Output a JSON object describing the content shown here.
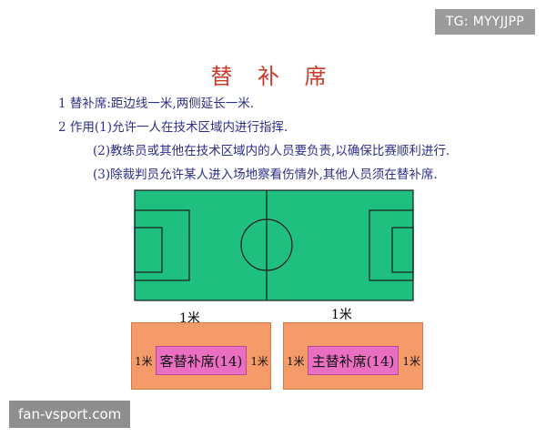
{
  "overlay_tag": "TG: MYYJJPP",
  "title": "替 补 席",
  "lines": [
    "1 替补席:距边线一米,两侧延长一米.",
    "2 作用(1)允许一人在技术区域内进行指挥.",
    "(2)教练员或其他在技术区域内的人员要负责,以确保比赛顺利进行.",
    "(3)除裁判员允许某人进入场地察看伤情外,其他人员须在替补席."
  ],
  "distance_labels": [
    "1米",
    "1米"
  ],
  "benches": {
    "away": {
      "label": "客替补席(14)",
      "left_gap": "1米",
      "right_gap": "1米"
    },
    "home": {
      "label": "主替补席(14)",
      "left_gap": "1米",
      "right_gap": "1米"
    }
  },
  "watermark": "fan-vsport.com",
  "colors": {
    "pitch": "#1fbf7f",
    "bench_outer": "#f59b6a",
    "bench_inner": "#ea6fc3",
    "title": "#cc3a2a",
    "text": "#2d2f8a"
  }
}
